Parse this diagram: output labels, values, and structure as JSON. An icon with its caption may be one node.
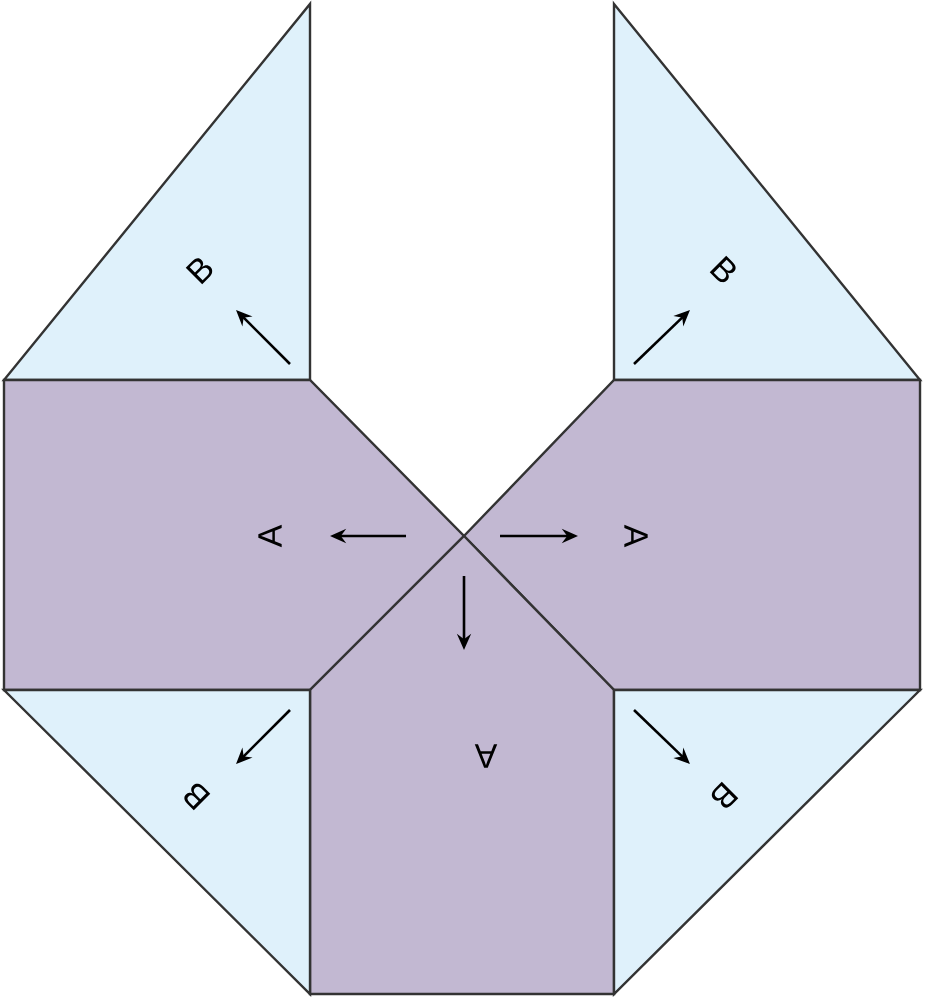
{
  "diagram": {
    "nodes": [
      {
        "text": [
          "B"
        ]
      },
      {
        "text": [
          "B"
        ]
      },
      {
        "text": [
          "A"
        ]
      },
      {
        "text": [
          "A"
        ]
      },
      {
        "text": [
          "A"
        ]
      },
      {
        "text": [
          "B"
        ]
      },
      {
        "text": [
          "B"
        ]
      }
    ]
  }
}
